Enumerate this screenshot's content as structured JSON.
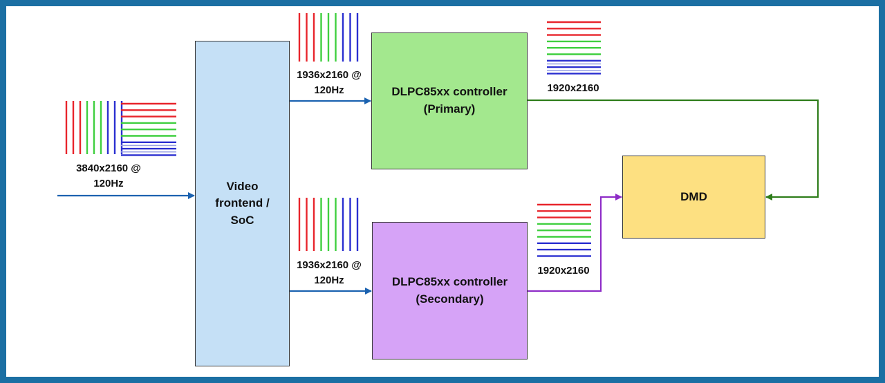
{
  "blocks": {
    "soc": "Video\nfrontend /\nSoC",
    "primary": "DLPC85xx controller\n(Primary)",
    "secondary": "DLPC85xx controller\n(Secondary)",
    "dmd": "DMD"
  },
  "labels": {
    "input": "3840x2160 @\n120Hz",
    "to_primary": "1936x2160 @\n120Hz",
    "to_secondary": "1936x2160 @\n120Hz",
    "primary_out": "1920x2160",
    "secondary_out": "1920x2160"
  },
  "colors": {
    "red": "#e8242b",
    "green": "#3fcf3f",
    "blue": "#2a2fd0",
    "pale_blue": "#9aa2e4",
    "arrow_blue": "#1b62b0",
    "link_green": "#2e7d1a",
    "link_purple": "#8e2cc7"
  }
}
